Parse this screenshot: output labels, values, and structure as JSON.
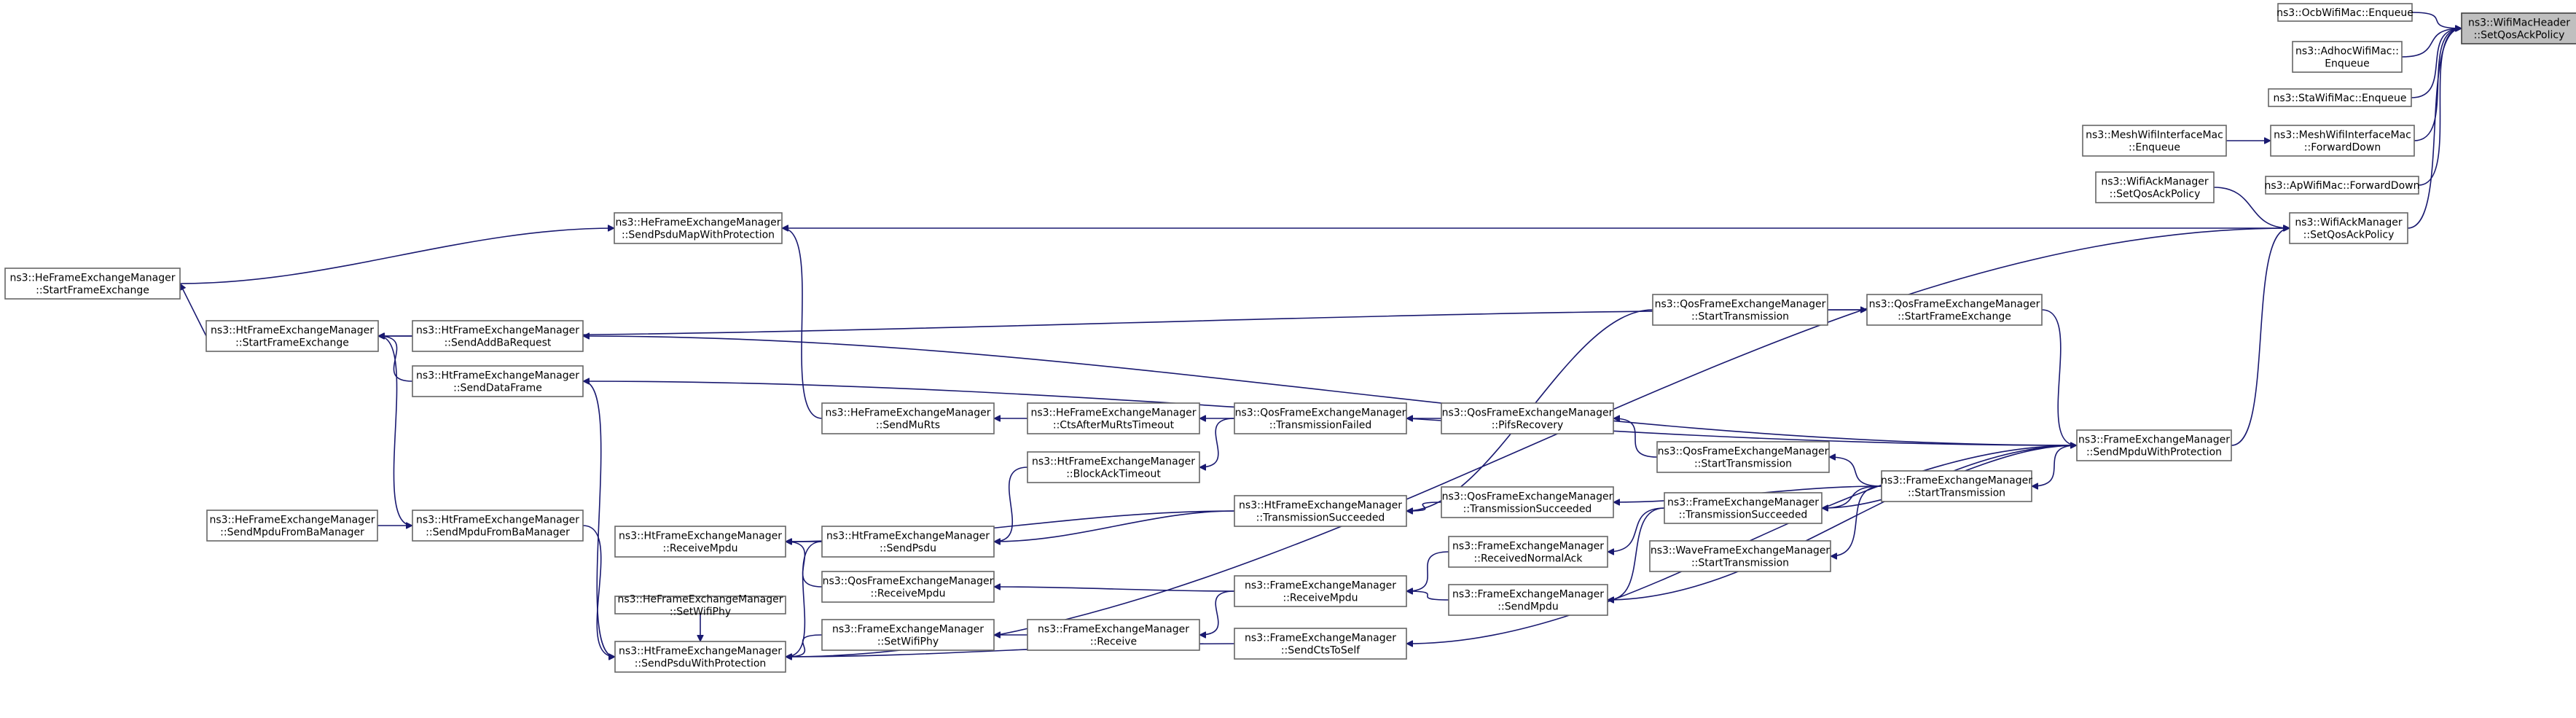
{
  "graph": {
    "nodes": [
      {
        "id": "root",
        "lines": [
          "ns3::WifiMacHeader",
          "::SetQosAckPolicy"
        ],
        "root": true
      },
      {
        "id": "ocb",
        "lines": [
          "ns3::OcbWifiMac::Enqueue"
        ]
      },
      {
        "id": "adhoc",
        "lines": [
          "ns3::AdhocWifiMac::",
          "Enqueue"
        ]
      },
      {
        "id": "sta",
        "lines": [
          "ns3::StaWifiMac::Enqueue"
        ]
      },
      {
        "id": "meshfwd",
        "lines": [
          "ns3::MeshWifiInterfaceMac",
          "::ForwardDown"
        ]
      },
      {
        "id": "meshenq",
        "lines": [
          "ns3::MeshWifiInterfaceMac",
          "::Enqueue"
        ]
      },
      {
        "id": "apfwd",
        "lines": [
          "ns3::ApWifiMac::ForwardDown"
        ]
      },
      {
        "id": "ackmgr",
        "lines": [
          "ns3::WifiAckManager",
          "::SetQosAckPolicy"
        ]
      },
      {
        "id": "wackmgr",
        "lines": [
          "ns3::WifiAckManager",
          "::SetQosAckPolicy"
        ]
      },
      {
        "id": "fem_smwp",
        "lines": [
          "ns3::FrameExchangeManager",
          "::SendMpduWithProtection"
        ]
      },
      {
        "id": "he_spmwp",
        "lines": [
          "ns3::HeFrameExchangeManager",
          "::SendPsduMapWithProtection"
        ]
      },
      {
        "id": "he_sfe",
        "lines": [
          "ns3::HeFrameExchangeManager",
          "::StartFrameExchange"
        ]
      },
      {
        "id": "ht_sfe",
        "lines": [
          "ns3::HtFrameExchangeManager",
          "::StartFrameExchange"
        ]
      },
      {
        "id": "ht_saba",
        "lines": [
          "ns3::HtFrameExchangeManager",
          "::SendAddBaRequest"
        ]
      },
      {
        "id": "ht_sdf",
        "lines": [
          "ns3::HtFrameExchangeManager",
          "::SendDataFrame"
        ]
      },
      {
        "id": "ht_smfb",
        "lines": [
          "ns3::HtFrameExchangeManager",
          "::SendMpduFromBaManager"
        ]
      },
      {
        "id": "he_smfb",
        "lines": [
          "ns3::HeFrameExchangeManager",
          "::SendMpduFromBaManager"
        ]
      },
      {
        "id": "ht_rm",
        "lines": [
          "ns3::HtFrameExchangeManager",
          "::ReceiveMpdu"
        ]
      },
      {
        "id": "he_swp",
        "lines": [
          "ns3::HeFrameExchangeManager",
          "::SetWifiPhy"
        ]
      },
      {
        "id": "ht_spwp",
        "lines": [
          "ns3::HtFrameExchangeManager",
          "::SendPsduWithProtection"
        ]
      },
      {
        "id": "he_smr",
        "lines": [
          "ns3::HeFrameExchangeManager",
          "::SendMuRts"
        ]
      },
      {
        "id": "ht_sp",
        "lines": [
          "ns3::HtFrameExchangeManager",
          "::SendPsdu"
        ]
      },
      {
        "id": "qos_rm",
        "lines": [
          "ns3::QosFrameExchangeManager",
          "::ReceiveMpdu"
        ]
      },
      {
        "id": "fem_swp",
        "lines": [
          "ns3::FrameExchangeManager",
          "::SetWifiPhy"
        ]
      },
      {
        "id": "he_camrt",
        "lines": [
          "ns3::HeFrameExchangeManager",
          "::CtsAfterMuRtsTimeout"
        ]
      },
      {
        "id": "ht_bat",
        "lines": [
          "ns3::HtFrameExchangeManager",
          "::BlockAckTimeout"
        ]
      },
      {
        "id": "fem_recv",
        "lines": [
          "ns3::FrameExchangeManager",
          "::Receive"
        ]
      },
      {
        "id": "qos_tf",
        "lines": [
          "ns3::QosFrameExchangeManager",
          "::TransmissionFailed"
        ]
      },
      {
        "id": "ht_ts",
        "lines": [
          "ns3::HtFrameExchangeManager",
          "::TransmissionSucceeded"
        ]
      },
      {
        "id": "fem_rm",
        "lines": [
          "ns3::FrameExchangeManager",
          "::ReceiveMpdu"
        ]
      },
      {
        "id": "fem_scts",
        "lines": [
          "ns3::FrameExchangeManager",
          "::SendCtsToSelf"
        ]
      },
      {
        "id": "qos_pr",
        "lines": [
          "ns3::QosFrameExchangeManager",
          "::PifsRecovery"
        ]
      },
      {
        "id": "qos_ts",
        "lines": [
          "ns3::QosFrameExchangeManager",
          "::TransmissionSucceeded"
        ]
      },
      {
        "id": "fem_rna",
        "lines": [
          "ns3::FrameExchangeManager",
          "::ReceivedNormalAck"
        ]
      },
      {
        "id": "fem_sm",
        "lines": [
          "ns3::FrameExchangeManager",
          "::SendMpdu"
        ]
      },
      {
        "id": "qos_st_a",
        "lines": [
          "ns3::QosFrameExchangeManager",
          "::StartTransmission"
        ]
      },
      {
        "id": "qos_st_b",
        "lines": [
          "ns3::QosFrameExchangeManager",
          "::StartTransmission"
        ]
      },
      {
        "id": "fem_ts",
        "lines": [
          "ns3::FrameExchangeManager",
          "::TransmissionSucceeded"
        ]
      },
      {
        "id": "wave_st",
        "lines": [
          "ns3::WaveFrameExchangeManager",
          "::StartTransmission"
        ]
      },
      {
        "id": "qos_sfe",
        "lines": [
          "ns3::QosFrameExchangeManager",
          "::StartFrameExchange"
        ]
      },
      {
        "id": "fem_st",
        "lines": [
          "ns3::FrameExchangeManager",
          "::StartTransmission"
        ]
      }
    ],
    "edges": [
      [
        "ocb",
        "root"
      ],
      [
        "adhoc",
        "root"
      ],
      [
        "sta",
        "root"
      ],
      [
        "meshfwd",
        "root"
      ],
      [
        "apfwd",
        "root"
      ],
      [
        "ackmgr",
        "root"
      ],
      [
        "meshenq",
        "meshfwd"
      ],
      [
        "wackmgr",
        "ackmgr"
      ],
      [
        "fem_smwp",
        "ackmgr"
      ],
      [
        "he_spmwp",
        "ackmgr"
      ],
      [
        "ht_spwp",
        "ackmgr"
      ],
      [
        "he_sfe",
        "he_spmwp"
      ],
      [
        "ht_sfe",
        "he_sfe"
      ],
      [
        "he_smr",
        "he_spmwp"
      ],
      [
        "ht_saba",
        "ht_sfe"
      ],
      [
        "ht_sdf",
        "ht_sfe"
      ],
      [
        "ht_smfb",
        "ht_sfe"
      ],
      [
        "qos_sfe",
        "ht_sfe"
      ],
      [
        "he_smfb",
        "ht_smfb"
      ],
      [
        "ht_smfb",
        "ht_spwp"
      ],
      [
        "ht_sdf",
        "ht_spwp"
      ],
      [
        "ht_sp",
        "ht_spwp"
      ],
      [
        "he_swp",
        "ht_spwp"
      ],
      [
        "fem_smwp",
        "ht_saba"
      ],
      [
        "fem_smwp",
        "ht_sdf"
      ],
      [
        "he_camrt",
        "he_smr"
      ],
      [
        "qos_tf",
        "he_camrt"
      ],
      [
        "qos_tf",
        "ht_bat"
      ],
      [
        "ht_bat",
        "ht_sp"
      ],
      [
        "ht_ts",
        "ht_rm"
      ],
      [
        "ht_ts",
        "ht_sp"
      ],
      [
        "ht_sp",
        "ht_rm"
      ],
      [
        "qos_rm",
        "ht_rm"
      ],
      [
        "fem_rm",
        "qos_rm"
      ],
      [
        "fem_swp",
        "ht_spwp"
      ],
      [
        "fem_recv",
        "fem_swp"
      ],
      [
        "fem_rm",
        "fem_recv"
      ],
      [
        "fem_scts",
        "ht_spwp"
      ],
      [
        "qos_pr",
        "qos_tf"
      ],
      [
        "qos_ts",
        "ht_ts"
      ],
      [
        "fem_sm",
        "fem_rm"
      ],
      [
        "fem_rna",
        "fem_rm"
      ],
      [
        "fem_ts",
        "fem_rna"
      ],
      [
        "fem_ts",
        "fem_sm"
      ],
      [
        "qos_st_a",
        "qos_pr"
      ],
      [
        "qos_st_b",
        "ht_ts"
      ],
      [
        "fem_st",
        "qos_ts"
      ],
      [
        "fem_st",
        "fem_ts"
      ],
      [
        "fem_st",
        "qos_st_a"
      ],
      [
        "fem_st",
        "wave_st"
      ],
      [
        "qos_st_b",
        "qos_sfe"
      ],
      [
        "qos_sfe",
        "fem_smwp"
      ],
      [
        "fem_smwp",
        "fem_st"
      ],
      [
        "fem_smwp",
        "fem_sm"
      ],
      [
        "fem_smwp",
        "fem_scts"
      ],
      [
        "fem_smwp",
        "fem_ts"
      ]
    ]
  }
}
